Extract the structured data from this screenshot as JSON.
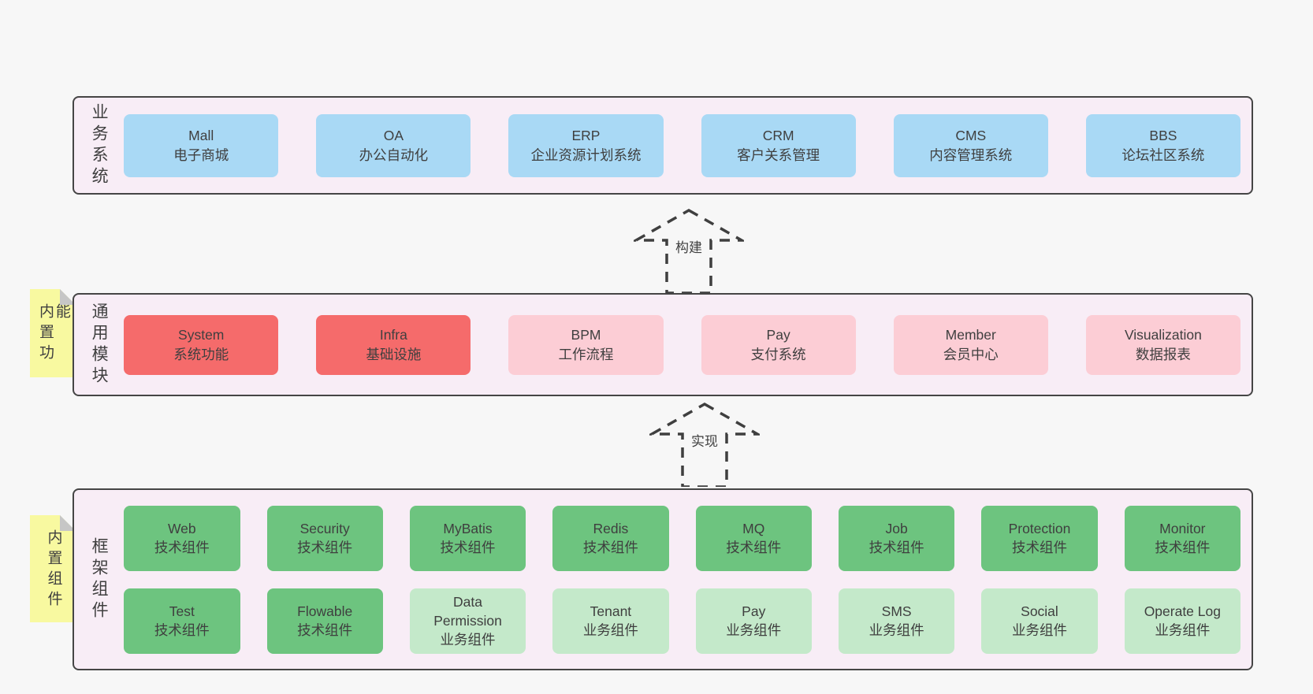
{
  "palette": {
    "page_bg": "#f7f7f7",
    "container_fill": "#f8edf6",
    "border": "#454545",
    "text": "#3f3f3f",
    "blue": "#a9d9f5",
    "red": "#f56b6b",
    "pink": "#fccdd5",
    "green": "#6dc47f",
    "light_green": "#c4e9ca",
    "tag_yellow": "#f8f9a0",
    "fold_gray": "#c6c6c6"
  },
  "arrows": [
    {
      "label": "构建"
    },
    {
      "label": "实现"
    }
  ],
  "sections": [
    {
      "label": "业务系统",
      "rows": [
        [
          {
            "title": "Mall",
            "subtitle": "电子商城",
            "color": "blue"
          },
          {
            "title": "OA",
            "subtitle": "办公自动化",
            "color": "blue"
          },
          {
            "title": "ERP",
            "subtitle": "企业资源计划系统",
            "color": "blue"
          },
          {
            "title": "CRM",
            "subtitle": "客户关系管理",
            "color": "blue"
          },
          {
            "title": "CMS",
            "subtitle": "内容管理系统",
            "color": "blue"
          },
          {
            "title": "BBS",
            "subtitle": "论坛社区系统",
            "color": "blue"
          }
        ]
      ]
    },
    {
      "label": "通用模块",
      "tag": "内置功能",
      "rows": [
        [
          {
            "title": "System",
            "subtitle": "系统功能",
            "color": "red"
          },
          {
            "title": "Infra",
            "subtitle": "基础设施",
            "color": "red"
          },
          {
            "title": "BPM",
            "subtitle": "工作流程",
            "color": "pink"
          },
          {
            "title": "Pay",
            "subtitle": "支付系统",
            "color": "pink"
          },
          {
            "title": "Member",
            "subtitle": "会员中心",
            "color": "pink"
          },
          {
            "title": "Visualization",
            "subtitle": "数据报表",
            "color": "pink"
          }
        ]
      ]
    },
    {
      "label": "框架组件",
      "tag": "内置组件",
      "rows": [
        [
          {
            "title": "Web",
            "subtitle": "技术组件",
            "color": "green"
          },
          {
            "title": "Security",
            "subtitle": "技术组件",
            "color": "green"
          },
          {
            "title": "MyBatis",
            "subtitle": "技术组件",
            "color": "green"
          },
          {
            "title": "Redis",
            "subtitle": "技术组件",
            "color": "green"
          },
          {
            "title": "MQ",
            "subtitle": "技术组件",
            "color": "green"
          },
          {
            "title": "Job",
            "subtitle": "技术组件",
            "color": "green"
          },
          {
            "title": "Protection",
            "subtitle": "技术组件",
            "color": "green"
          },
          {
            "title": "Monitor",
            "subtitle": "技术组件",
            "color": "green"
          }
        ],
        [
          {
            "title": "Test",
            "subtitle": "技术组件",
            "color": "green"
          },
          {
            "title": "Flowable",
            "subtitle": "技术组件",
            "color": "green"
          },
          {
            "title": "Data Permission",
            "subtitle": "业务组件",
            "color": "light_green"
          },
          {
            "title": "Tenant",
            "subtitle": "业务组件",
            "color": "light_green"
          },
          {
            "title": "Pay",
            "subtitle": "业务组件",
            "color": "light_green"
          },
          {
            "title": "SMS",
            "subtitle": "业务组件",
            "color": "light_green"
          },
          {
            "title": "Social",
            "subtitle": "业务组件",
            "color": "light_green"
          },
          {
            "title": "Operate Log",
            "subtitle": "业务组件",
            "color": "light_green"
          }
        ]
      ]
    }
  ]
}
